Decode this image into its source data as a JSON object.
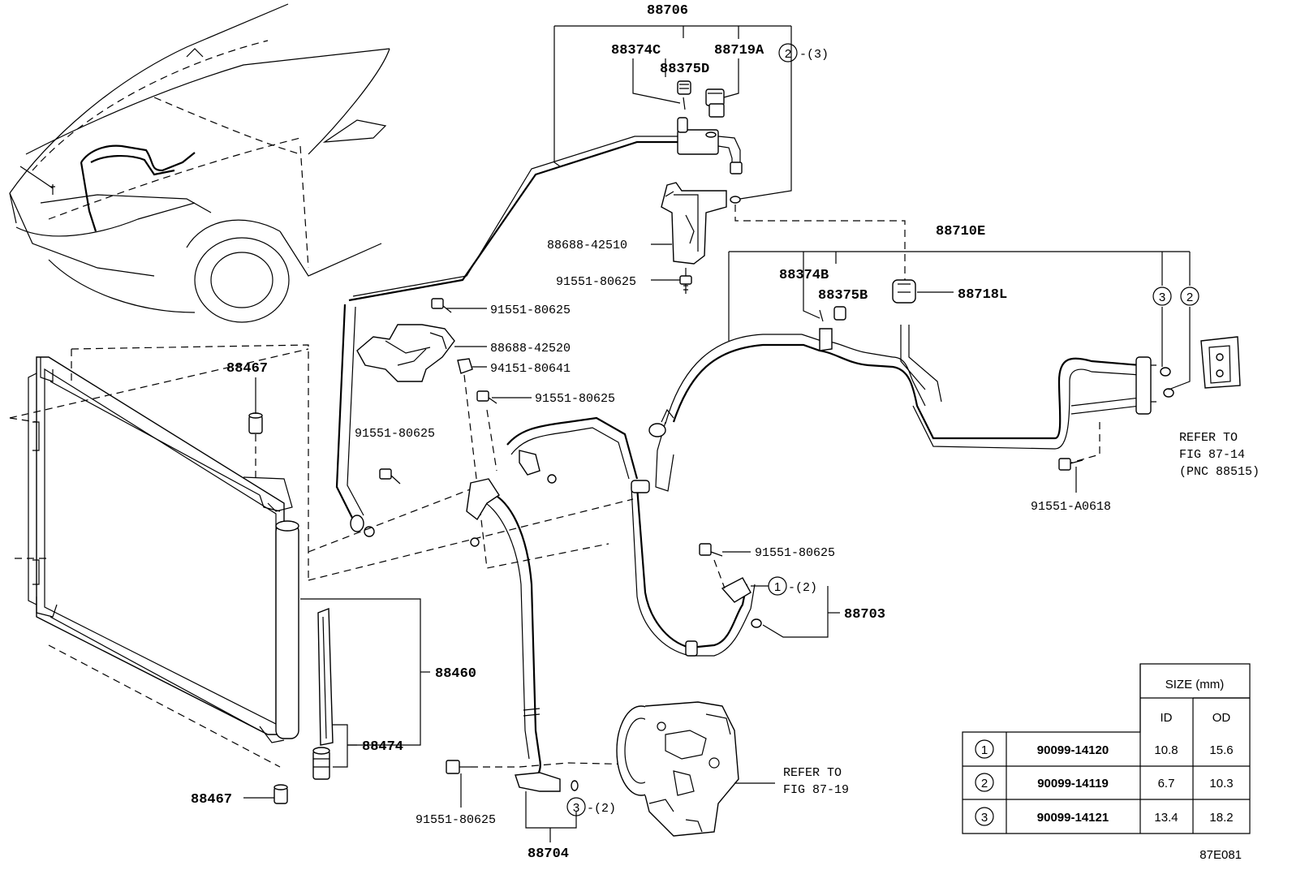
{
  "labels": {
    "p88706": "88706",
    "p88374C": "88374C",
    "p88375D": "88375D",
    "p88719A": "88719A",
    "p88688_42510": "88688-42510",
    "p91551_80625_a": "91551-80625",
    "p91551_80625_b": "91551-80625",
    "p88688_42520": "88688-42520",
    "p94151_80641": "94151-80641",
    "p91551_80625_c": "91551-80625",
    "p91551_80625_d": "91551-80625",
    "p88467_top": "88467",
    "p88710E": "88710E",
    "p88374B": "88374B",
    "p88375B": "88375B",
    "p88718L": "88718L",
    "p91551_A0618": "91551-A0618",
    "p91551_80625_e": "91551-80625",
    "p88703": "88703",
    "p88460": "88460",
    "p88474": "88474",
    "p88467_bottom": "88467",
    "p91551_80625_f": "91551-80625",
    "p88704": "88704",
    "refer_87_14_line1": "REFER TO",
    "refer_87_14_line2": "FIG 87-14",
    "refer_87_14_line3": "(PNC 88515)",
    "refer_87_19_line1": "REFER TO",
    "refer_87_19_line2": "FIG 87-19",
    "qty_2_3": "-(3)",
    "qty_1_2": "-(2)",
    "qty_3_2": "-(2)",
    "circ_1": "1",
    "circ_2": "2",
    "circ_3": "3",
    "figure_code": "87E081"
  },
  "size_table": {
    "header": "SIZE (mm)",
    "col_id": "ID",
    "col_od": "OD",
    "rows": [
      {
        "num": "1",
        "part": "90099-14120",
        "id": "10.8",
        "od": "15.6"
      },
      {
        "num": "2",
        "part": "90099-14119",
        "id": "6.7",
        "od": "10.3"
      },
      {
        "num": "3",
        "part": "90099-14121",
        "id": "13.4",
        "od": "18.2"
      }
    ]
  }
}
